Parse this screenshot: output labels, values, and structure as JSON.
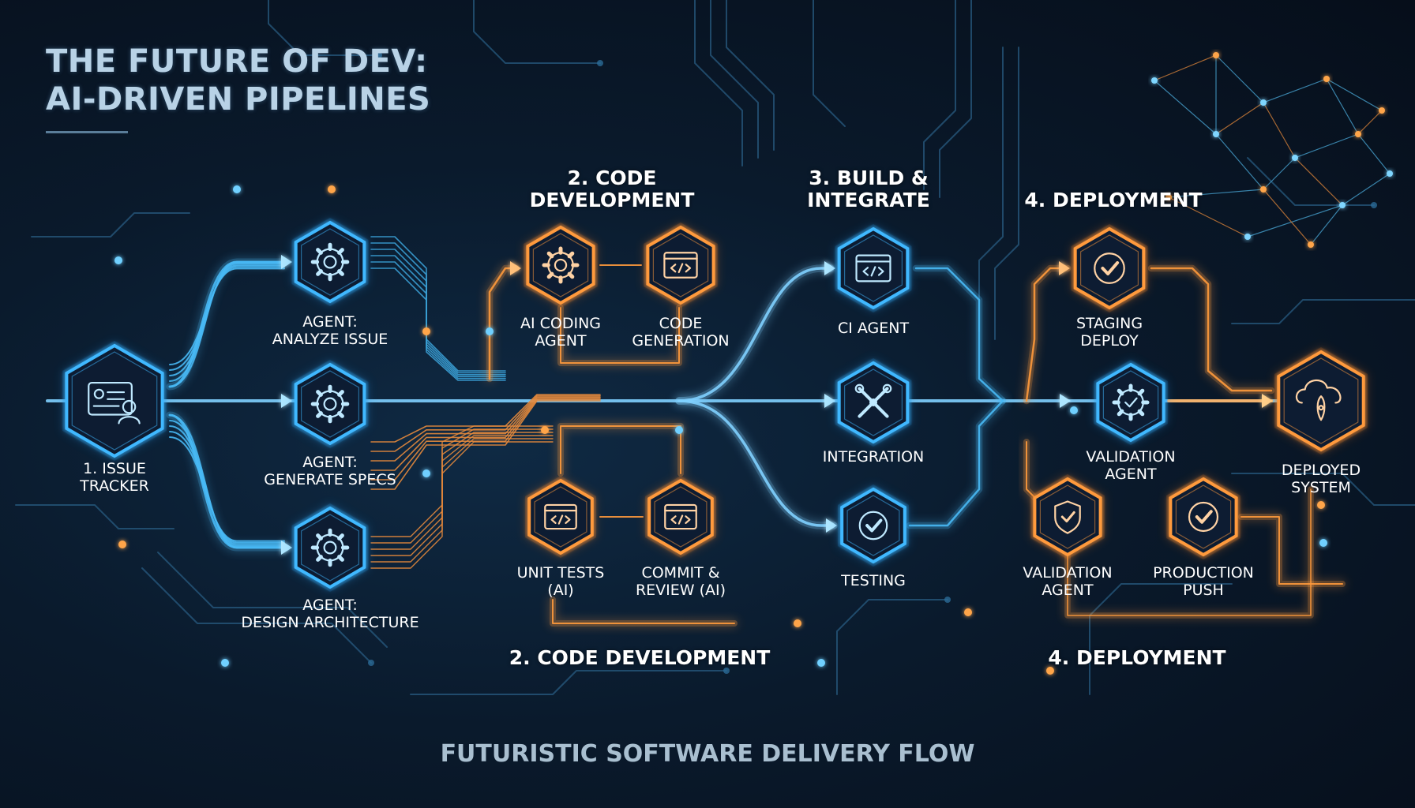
{
  "title": {
    "line1": "THE FUTURE OF DEV:",
    "line2": "AI-DRIVEN PIPELINES"
  },
  "footer": "FUTURISTIC SOFTWARE DELIVERY FLOW",
  "stages": {
    "code_dev_top_1": "2. CODE",
    "code_dev_top_2": "DEVELOPMENT",
    "build_1": "3. BUILD &",
    "build_2": "INTEGRATE",
    "deploy_top": "4. DEPLOYMENT",
    "code_dev_bottom": "2. CODE DEVELOPMENT",
    "deploy_bottom": "4. DEPLOYMENT"
  },
  "nodes": {
    "issue_tracker": {
      "line1": "1. ISSUE",
      "line2": "TRACKER",
      "icon": "id-card-user-icon",
      "color": "blue"
    },
    "analyze_issue": {
      "line1": "AGENT:",
      "line2": "ANALYZE ISSUE",
      "icon": "gear-icon",
      "color": "blue"
    },
    "generate_specs": {
      "line1": "AGENT:",
      "line2": "GENERATE SPECS",
      "icon": "gear-icon",
      "color": "blue"
    },
    "design_architecture": {
      "line1": "AGENT:",
      "line2": "DESIGN ARCHITECTURE",
      "icon": "gear-icon",
      "color": "blue"
    },
    "ai_coding_agent": {
      "line1": "AI CODING",
      "line2": "AGENT",
      "icon": "gear-icon",
      "color": "orange"
    },
    "code_generation": {
      "line1": "CODE",
      "line2": "GENERATION",
      "icon": "code-window-icon",
      "color": "orange"
    },
    "unit_tests": {
      "line1": "UNIT TESTS",
      "line2": "(AI)",
      "icon": "code-window-icon",
      "color": "orange"
    },
    "commit_review": {
      "line1": "COMMIT &",
      "line2": "REVIEW (AI)",
      "icon": "code-window-icon",
      "color": "orange"
    },
    "ci_agent": {
      "line1": "CI AGENT",
      "line2": "",
      "icon": "code-window-icon",
      "color": "blue"
    },
    "integration": {
      "line1": "INTEGRATION",
      "line2": "",
      "icon": "tools-icon",
      "color": "blue"
    },
    "testing": {
      "line1": "TESTING",
      "line2": "",
      "icon": "check-circle-icon",
      "color": "blue"
    },
    "staging_deploy": {
      "line1": "STAGING",
      "line2": "DEPLOY",
      "icon": "check-circle-icon",
      "color": "orange"
    },
    "validation_agent_mid": {
      "line1": "VALIDATION",
      "line2": "AGENT",
      "icon": "gear-check-icon",
      "color": "blue"
    },
    "validation_agent_low": {
      "line1": "VALIDATION",
      "line2": "AGENT",
      "icon": "shield-check-icon",
      "color": "orange"
    },
    "production_push": {
      "line1": "PRODUCTION",
      "line2": "PUSH",
      "icon": "check-circle-icon",
      "color": "orange"
    },
    "deployed_system": {
      "line1": "DEPLOYED",
      "line2": "SYSTEM",
      "icon": "cloud-rocket-icon",
      "color": "orange"
    }
  },
  "colors": {
    "blue": "#3fb8ff",
    "blue_glow": "#1a8fe0",
    "orange": "#ff9a3c",
    "orange_glow": "#e0701a",
    "background": "#0a1a2c"
  }
}
